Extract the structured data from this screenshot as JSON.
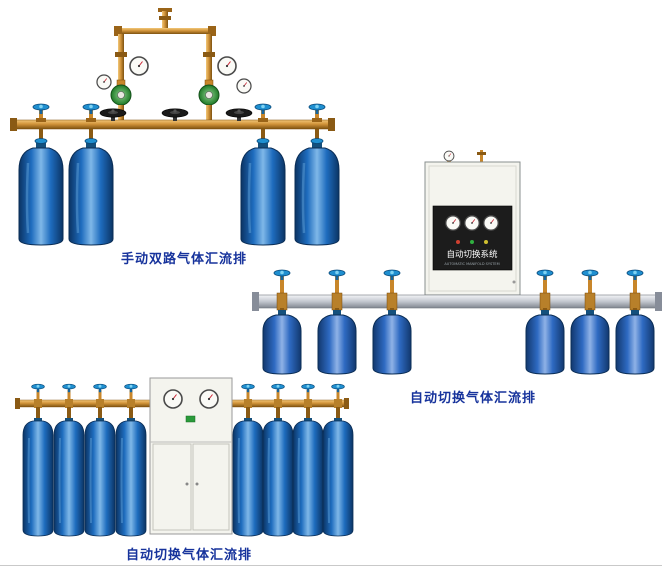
{
  "products": [
    {
      "id": "manual-dual-gas-manifold",
      "label": "手动双路气体汇流排"
    },
    {
      "id": "auto-switch-gas-manifold-wall",
      "label": "自动切换气体汇流排",
      "cabinet_text": "自动切换系统",
      "cabinet_subtext": "AUTOMATIC MANIFOLD SYSTEM"
    },
    {
      "id": "auto-switch-gas-manifold-floor",
      "label": "自动切换气体汇流排"
    }
  ],
  "colors": {
    "caption_text": "#17339c",
    "cylinder_blue": "#1e6cbe",
    "brass": "#d2943a",
    "rail_silver": "#c2c7cf",
    "cabinet_white": "#f4f4ee"
  }
}
